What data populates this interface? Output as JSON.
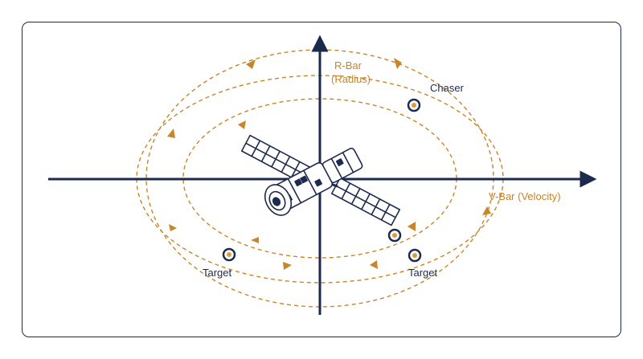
{
  "axes": {
    "r_bar": "R-Bar",
    "r_bar_sub": "(Radius)",
    "v_bar": "V-Bar (Velocity)"
  },
  "points": {
    "chaser": "Chaser",
    "target_left": "Target",
    "target_right": "Target"
  },
  "colors": {
    "navy": "#1c2a4e",
    "orbit": "#c8852a",
    "marker_fill": "#e09a3a"
  },
  "icons": {
    "station": "space-station-icon"
  }
}
